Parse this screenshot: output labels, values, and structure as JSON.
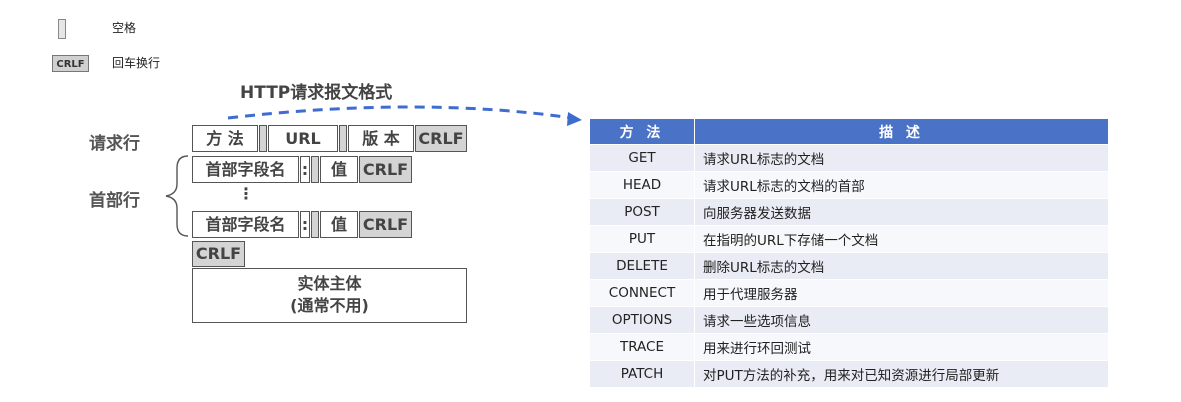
{
  "legend": {
    "space_label": "空格",
    "crlf_symbol": "CRLF",
    "crlf_label": "回车换行"
  },
  "diagram": {
    "title": "HTTP请求报文格式",
    "request_line_label": "请求行",
    "header_line_label": "首部行",
    "request_line": {
      "method": "方 法",
      "url": "URL",
      "version": "版 本",
      "crlf": "CRLF"
    },
    "header_field": {
      "name": "首部字段名",
      "colon": ":",
      "value": "值",
      "crlf": "CRLF"
    },
    "vertical_ellipsis": "⋮",
    "blank_line_crlf": "CRLF",
    "body": {
      "line1": "实体主体",
      "line2": "(通常不用)"
    }
  },
  "table": {
    "headers": [
      "方 法",
      "描 述"
    ],
    "rows": [
      {
        "method": "GET",
        "desc": "请求URL标志的文档"
      },
      {
        "method": "HEAD",
        "desc": "请求URL标志的文档的首部"
      },
      {
        "method": "POST",
        "desc": "向服务器发送数据"
      },
      {
        "method": "PUT",
        "desc": "在指明的URL下存储一个文档"
      },
      {
        "method": "DELETE",
        "desc": "删除URL标志的文档"
      },
      {
        "method": "CONNECT",
        "desc": "用于代理服务器"
      },
      {
        "method": "OPTIONS",
        "desc": "请求一些选项信息"
      },
      {
        "method": "TRACE",
        "desc": "用来进行环回测试"
      },
      {
        "method": "PATCH",
        "desc": "对PUT方法的补充，用来对已知资源进行局部更新"
      }
    ]
  },
  "colors": {
    "table_header": "#4a73c8",
    "arrow": "#3f6ccf",
    "crlf_fill": "#d4d4d4"
  }
}
